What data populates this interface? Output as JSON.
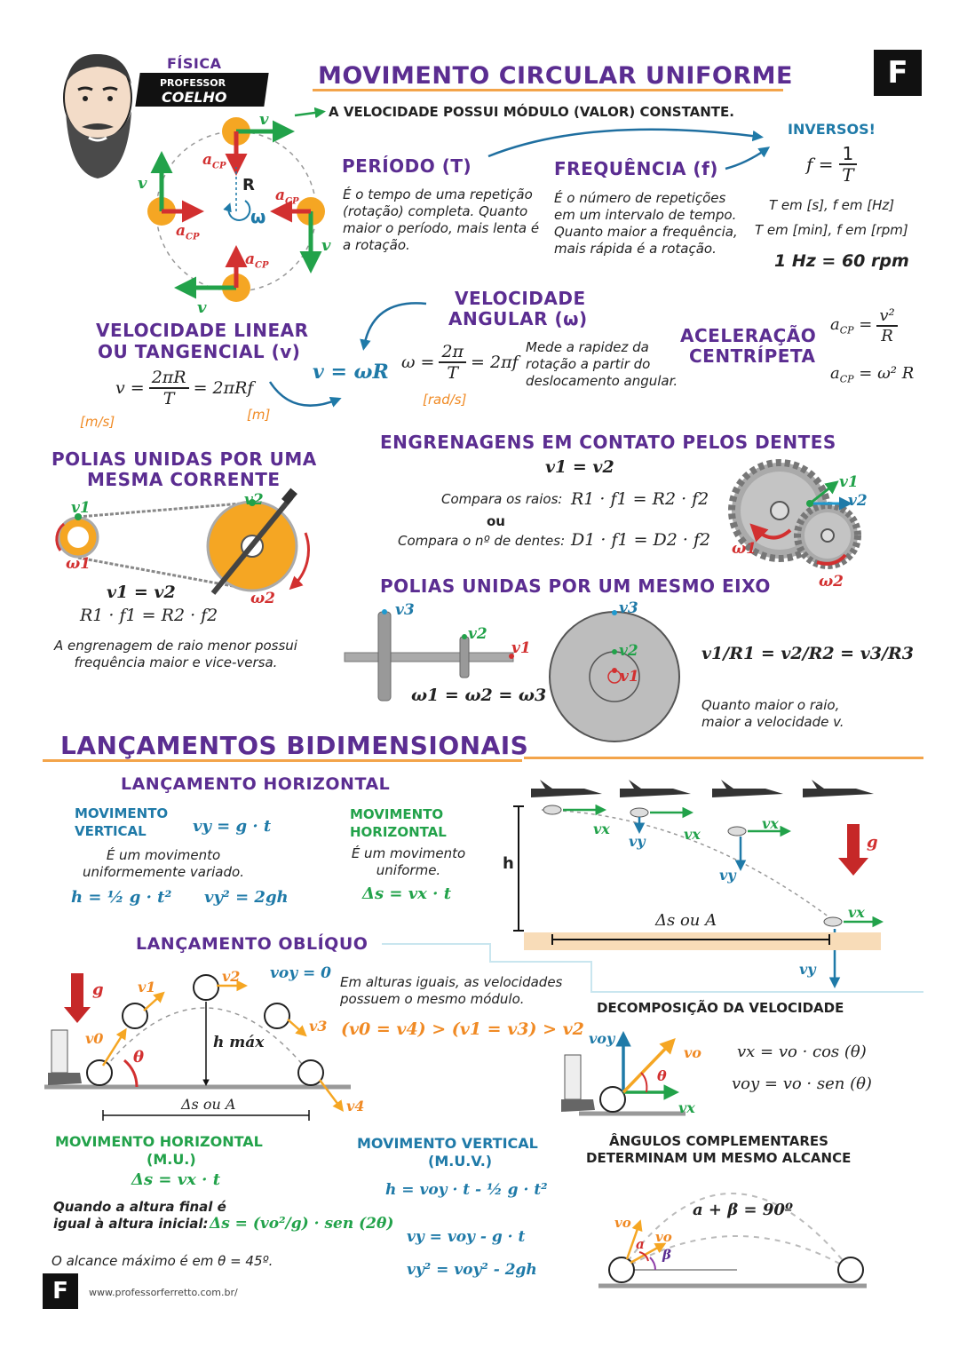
{
  "header": {
    "subject": "FÍSICA",
    "professor_small": "PROFESSOR",
    "professor_name": "COELHO",
    "logo": "F"
  },
  "mcu": {
    "title": "MOVIMENTO CIRCULAR UNIFORME",
    "velocity_note": "A VELOCIDADE POSSUI MÓDULO (VALOR) CONSTANTE.",
    "labels": {
      "v": "v",
      "acp": "a",
      "acp_sub": "CP",
      "R": "R",
      "omega": "ω"
    },
    "periodo": {
      "title": "PERÍODO (T)",
      "text": "É o tempo de uma repetição (rotação) completa. Quanto maior o período, mais lenta é a rotação."
    },
    "frequencia": {
      "title": "FREQUÊNCIA (f)",
      "text": "É o número de repetições em um intervalo de tempo. Quanto maior a frequência, mais rápida é a rotação."
    },
    "inversos": {
      "title": "INVERSOS!",
      "formula_lhs": "f =",
      "formula_num": "1",
      "formula_den": "T",
      "units1": "T em [s], f em [Hz]",
      "units2": "T em [min], f em [rpm]",
      "conversion": "1 Hz = 60 rpm"
    },
    "vel_linear": {
      "title1": "VELOCIDADE LINEAR",
      "title2": "OU TANGENCIAL (v)",
      "lhs": "v =",
      "num": "2πR",
      "den": "T",
      "rhs": "= 2πRf",
      "unit_ms": "[m/s]",
      "unit_m": "[m]",
      "relation": "v = ωR"
    },
    "vel_angular": {
      "title1": "VELOCIDADE",
      "title2": "ANGULAR (ω)",
      "lhs": "ω =",
      "num": "2π",
      "den": "T",
      "rhs": "= 2πf",
      "unit": "[rad/s]",
      "text": "Mede a rapidez da rotação a partir do deslocamento angular."
    },
    "acel": {
      "title1": "ACELERAÇÃO",
      "title2": "CENTRÍPETA",
      "f1_lhs": "a",
      "f1_sub": "CP",
      "f1_num": "v²",
      "f1_den": "R",
      "f2": "= ω² R"
    }
  },
  "polias_corrente": {
    "title1": "POLIAS UNIDAS POR UMA",
    "title2": "MESMA CORRENTE",
    "v1": "v1",
    "v2": "v2",
    "w1": "ω1",
    "w2": "ω2",
    "eq1": "v1 = v2",
    "eq2": "R1 · f1 = R2 · f2",
    "note": "A engrenagem de raio menor possui frequência maior e vice-versa."
  },
  "engrenagens": {
    "title": "ENGRENAGENS EM CONTATO PELOS DENTES",
    "eq": "v1 = v2",
    "line1_label": "Compara os raios:",
    "line1_eq": "R1 · f1 = R2 · f2",
    "or": "ou",
    "line2_label": "Compara o nº de dentes:",
    "line2_eq": "D1 · f1 = D2 · f2",
    "v1": "v1",
    "v2": "v2",
    "w1": "ω1",
    "w2": "ω2"
  },
  "polias_eixo": {
    "title": "POLIAS UNIDAS POR UM MESMO EIXO",
    "v1": "v1",
    "v2": "v2",
    "v3": "v3",
    "eq": "ω1 = ω2 = ω3",
    "ratio": "v1/R1 = v2/R2 = v3/R3",
    "note": "Quanto maior o raio, maior a velocidade v."
  },
  "lancamentos": {
    "title": "LANÇAMENTOS BIDIMENSIONAIS",
    "horizontal": {
      "title": "LANÇAMENTO HORIZONTAL",
      "mv_title1": "MOVIMENTO",
      "mv_title2": "VERTICAL",
      "mv_eq": "vy = g · t",
      "mv_text": "É um movimento uniformemente variado.",
      "mv_eq2": "h = ½ g · t²",
      "mv_eq3": "vy² = 2gh",
      "mh_title1": "MOVIMENTO",
      "mh_title2": "HORIZONTAL",
      "mh_text": "É um movimento uniforme.",
      "mh_eq": "Δs = vx · t",
      "h": "h",
      "range": "Δs ou A",
      "g": "g",
      "vx": "vx",
      "vy": "vy"
    },
    "obliquo": {
      "title": "LANÇAMENTO OBLÍQUO",
      "v0": "v0",
      "v1": "v1",
      "v2": "v2",
      "v3": "v3",
      "v4": "v4",
      "voy0": "voy = 0",
      "theta": "θ",
      "hmax": "h máx",
      "range": "Δs ou A",
      "g": "g",
      "note": "Em alturas iguais, as velocidades possuem o mesmo módulo.",
      "relation": "(v0 = v4) > (v1 = v3) > v2"
    },
    "decomposicao": {
      "title": "DECOMPOSIÇÃO DA VELOCIDADE",
      "voy": "voy",
      "vo": "vo",
      "vx": "vx",
      "theta": "θ",
      "eq1": "vx = vo · cos (θ)",
      "eq2": "voy = vo · sen (θ)"
    },
    "mov_horizontal": {
      "title1": "MOVIMENTO HORIZONTAL",
      "title2": "(M.U.)",
      "eq": "Δs = vx · t",
      "note1": "Quando a altura final é",
      "note2": "igual à altura inicial:",
      "eq2": "Δs = (vo²/g) · sen (2θ)",
      "max": "O alcance máximo é em θ = 45º."
    },
    "mov_vertical": {
      "title1": "MOVIMENTO VERTICAL",
      "title2": "(M.U.V.)",
      "eq1": "h = voy · t - ½ g · t²",
      "eq2": "vy = voy - g · t",
      "eq3": "vy² = voy² - 2gh"
    },
    "angulos": {
      "title1": "ÂNGULOS COMPLEMENTARES",
      "title2": "DETERMINAM UM MESMO ALCANCE",
      "eq": "a + β = 90º",
      "a": "a",
      "b": "β",
      "vo": "vo"
    }
  },
  "footer": {
    "logo": "F",
    "url": "www.professorferretto.com.br/"
  },
  "colors": {
    "purple": "#5b2d91",
    "blue": "#1f7aa8",
    "green": "#22a24a",
    "orange": "#f08a24",
    "red": "#d23030"
  }
}
